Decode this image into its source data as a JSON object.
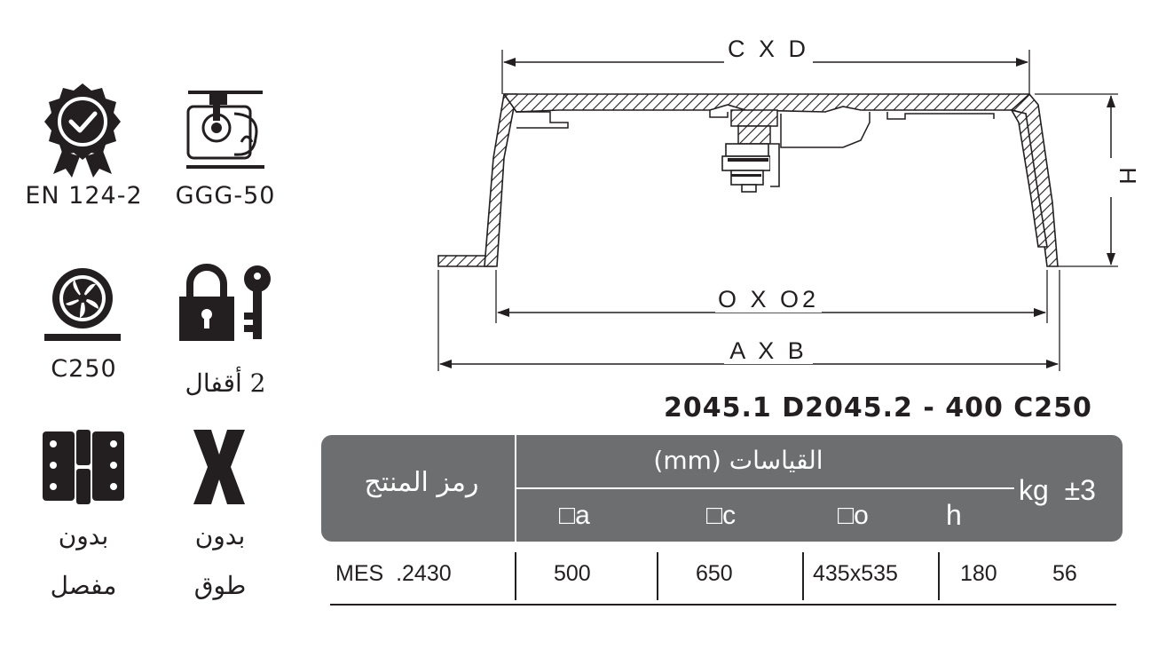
{
  "icons": {
    "certification": {
      "label": "EN 124-2"
    },
    "material": {
      "label": "GGG-50"
    },
    "load_class": {
      "label": "C250"
    },
    "locks": {
      "label": "2 أقفال"
    },
    "hinge": {
      "label_line1": "بدون",
      "label_line2": "مفصل"
    },
    "ring": {
      "label_line1": "بدون",
      "label_line2": "طوق"
    }
  },
  "drawing": {
    "top_dimension": "C X D",
    "middle_dimension": "O X O2",
    "bottom_dimension": "A X B",
    "height_dimension": "H"
  },
  "series_title": "2045.1 D2045.2 - 400 C250",
  "table": {
    "header": {
      "product_code": "رمز المنتج",
      "dimensions": "القياسات  (mm)",
      "col_a": "□a",
      "col_c": "□c",
      "col_o": "□o",
      "col_h": "h",
      "weight": "kg  ±3"
    },
    "rows": [
      {
        "code": "MES  .2430",
        "a": "500",
        "c": "650",
        "o": "435x535",
        "h": "180",
        "kg": "56"
      }
    ]
  }
}
